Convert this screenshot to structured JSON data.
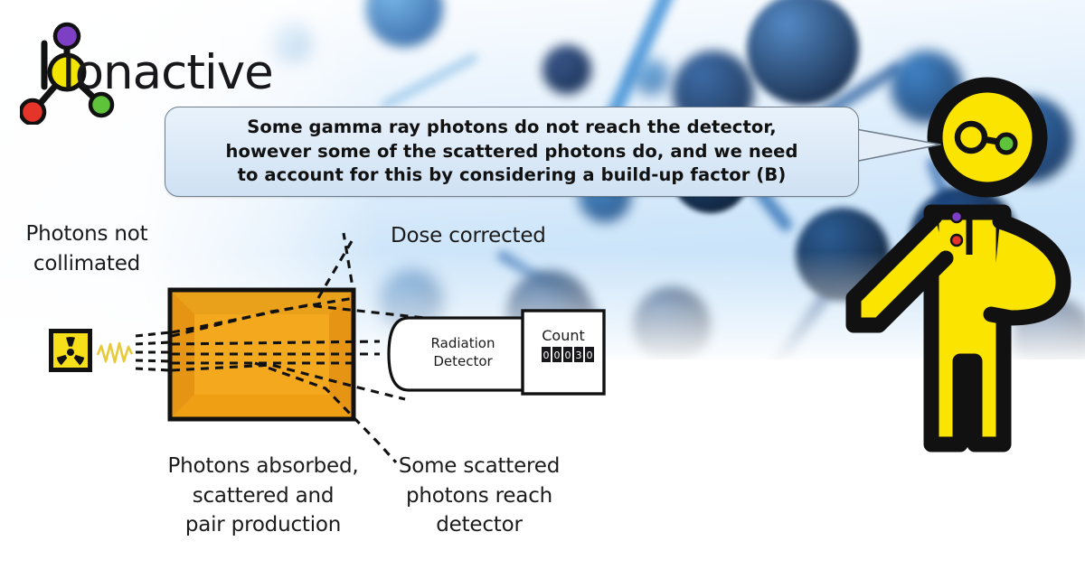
{
  "brand": {
    "name": "Ionactive",
    "logo_icon": "molecule-logo-icon",
    "atom_center_color": "#f2e500",
    "atom_top_color": "#7d3fc4",
    "atom_left_color": "#e5342a",
    "atom_right_color": "#5fc23b"
  },
  "callout": {
    "icon": "speech-bubble",
    "line1": "Some gamma ray photons do not reach the detector,",
    "line2": "however some of the scattered photons do, and we need",
    "line3": "to account for this by considering a build-up factor (B)",
    "fill_color": "#dde9f6",
    "border_color": "#6f7d8c"
  },
  "diagram": {
    "source": {
      "icon": "radiation-trefoil-icon",
      "symbol_bg": "#f7e01a",
      "symbol_fg": "#111111",
      "beam_icon": "gamma-wave-icon",
      "beam_color": "#e8c93a"
    },
    "label_source": {
      "line1": "Photons not",
      "line2": "collimated"
    },
    "label_dose": "Dose corrected",
    "shield": {
      "name": "shielding-block",
      "face_color": "#f4a81d",
      "bevel_color": "#e59513",
      "edge_color": "#111111"
    },
    "label_absorbed": {
      "line1": "Photons absorbed,",
      "line2": "scattered and",
      "line3": "pair production"
    },
    "label_scattered": {
      "line1": "Some scattered",
      "line2": "photons reach",
      "line3": "detector"
    },
    "detector": {
      "line1": "Radiation",
      "line2": "Detector"
    },
    "counter": {
      "title": "Count",
      "digits": [
        "0",
        "0",
        "0",
        "3",
        "0"
      ]
    },
    "photon_path_style": "dashed"
  },
  "mascot": {
    "name": "ionactive-mascot",
    "body_color": "#fbe400",
    "outline_color": "#111111",
    "badge_purple": "#7d3fc4",
    "badge_red": "#e5342a",
    "head_icon": "molecule-face-icon",
    "head_dot_color": "#5fc23b"
  }
}
